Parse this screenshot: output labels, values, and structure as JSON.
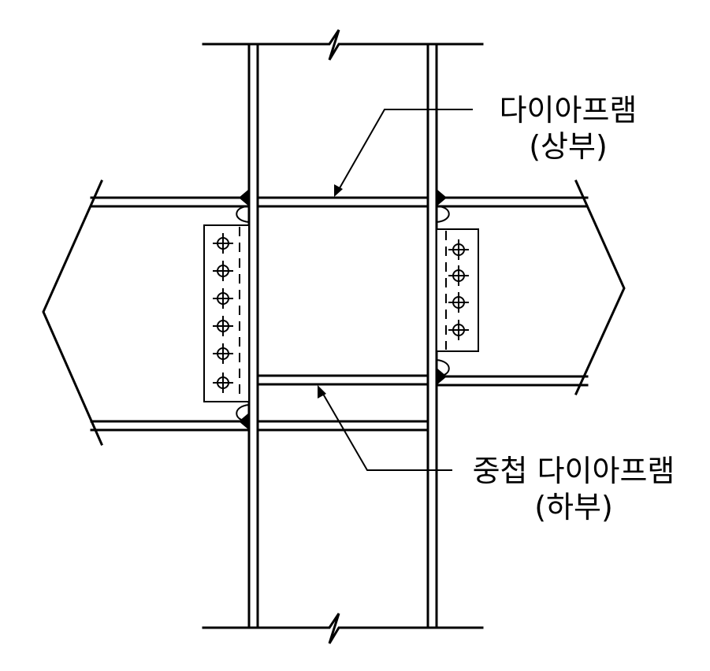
{
  "labels": {
    "upper_diaphragm": {
      "line1": "다이아프램",
      "line2": "(상부)"
    },
    "lower_diaphragm": {
      "line1": "중첩 다이아프램",
      "line2": "(하부)"
    }
  },
  "colors": {
    "line": "#000000",
    "background": "#ffffff"
  }
}
